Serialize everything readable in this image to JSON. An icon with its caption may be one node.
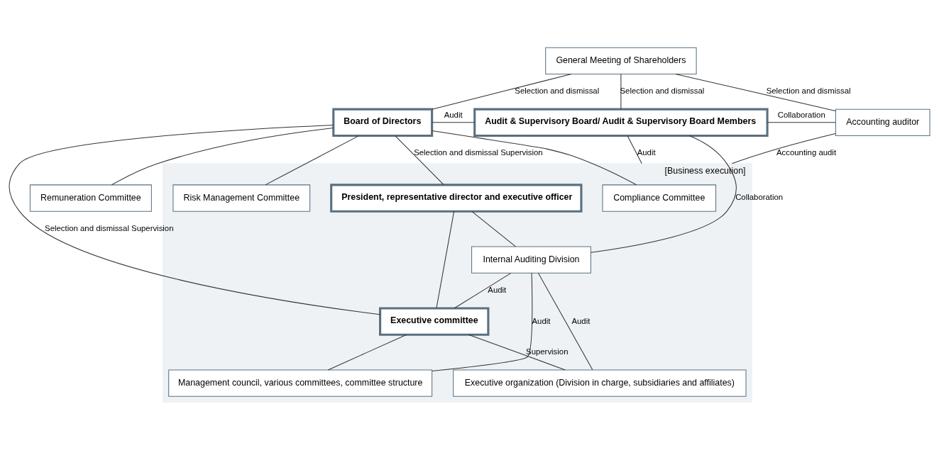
{
  "diagram": {
    "nodes": [
      {
        "text": [
          "General Meeting of Shareholders"
        ]
      },
      {
        "text": [
          "Board of Directors"
        ]
      },
      {
        "text": [
          "Remuneration Committee"
        ]
      },
      {
        "text": [
          "Audit & Supervisory Board/ Audit & Supervisory Board Members"
        ]
      },
      {
        "text": [
          "Accounting auditor"
        ]
      },
      {
        "text": [
          "[Business execution]"
        ]
      },
      {
        "text": [
          "Compliance Committee"
        ],
        "in": 5
      },
      {
        "text": [
          "Risk Management Committee"
        ],
        "in": 5
      },
      {
        "text": [
          "President, representative director and executive officer"
        ],
        "in": 5
      },
      {
        "text": [
          "Internal Auditing Division"
        ],
        "in": 5
      },
      {
        "text": [
          "Executive committee"
        ],
        "in": 5
      },
      {
        "text": [
          "Management council, various committees, committee structure"
        ],
        "in": 5
      },
      {
        "text": [
          "Executive organization (Division in charge, subsidiaries and affiliates)"
        ],
        "in": 5
      }
    ],
    "edges": [
      {
        "from": 0,
        "to": 1,
        "arrow": "none",
        "label": "Selection and dismissal"
      },
      {
        "from": 0,
        "to": 3,
        "arrow": "none",
        "label": "Selection and dismissal"
      },
      {
        "from": 0,
        "to": 4,
        "arrow": "none",
        "label": "Selection and dismissal"
      },
      {
        "from": 1,
        "to": 3,
        "arrow": "none",
        "label": "Audit"
      },
      {
        "from": 3,
        "to": 4,
        "arrow": "none",
        "label": "Collaboration"
      },
      {
        "from": 1,
        "to": 2,
        "arrow": "none"
      },
      {
        "from": 1,
        "to": 10,
        "arrow": "none",
        "label": "Selection and dismissal Supervision"
      },
      {
        "from": 1,
        "to": 8,
        "arrow": "none",
        "label": "Selection and dismissal Supervision"
      },
      {
        "from": 1,
        "to": 6,
        "arrow": "none"
      },
      {
        "from": 1,
        "to": 7,
        "arrow": "none"
      },
      {
        "from": 3,
        "to": 5,
        "arrow": "none",
        "label": "Audit"
      },
      {
        "from": 4,
        "to": 5,
        "arrow": "none",
        "label": "Accounting audit"
      },
      {
        "from": 3,
        "to": 9,
        "arrow": "none",
        "label": "Collaboration"
      },
      {
        "from": 8,
        "to": 9,
        "arrow": "none"
      },
      {
        "from": 8,
        "to": 10,
        "arrow": "none"
      },
      {
        "from": 9,
        "to": 10,
        "arrow": "none",
        "label": "Audit"
      },
      {
        "from": 9,
        "to": 11,
        "arrow": "none",
        "label": "Audit"
      },
      {
        "from": 9,
        "to": 12,
        "arrow": "none",
        "label": "Audit"
      },
      {
        "from": 10,
        "to": 11,
        "arrow": "none"
      },
      {
        "from": 10,
        "to": 12,
        "arrow": "none",
        "label": "Supervision"
      }
    ]
  }
}
